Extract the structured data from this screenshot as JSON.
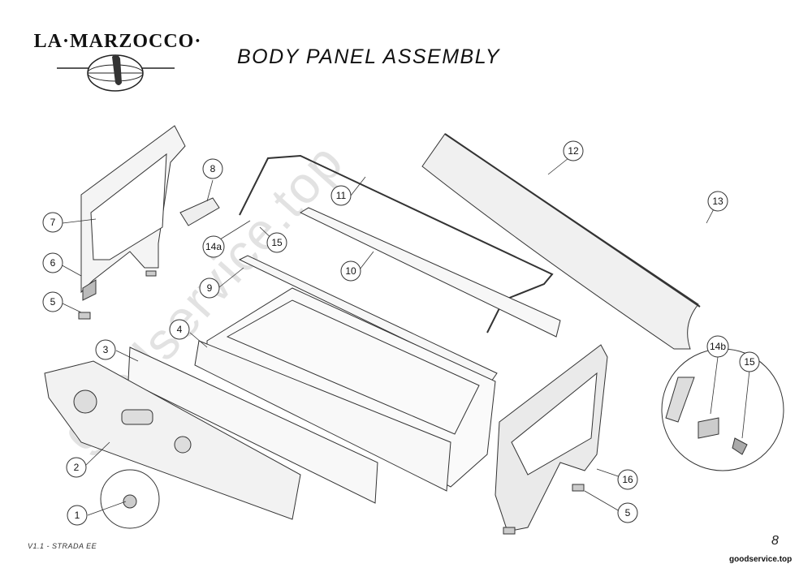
{
  "brand": {
    "name": "LA·MARZOCCO·"
  },
  "title": "BODY PANEL ASSEMBLY",
  "footer": {
    "version": "V1.1 - STRADA EE",
    "page": "8",
    "site": "goodservice.top"
  },
  "watermark": "goodservice.top",
  "callouts": [
    {
      "label": "1"
    },
    {
      "label": "2"
    },
    {
      "label": "3"
    },
    {
      "label": "4"
    },
    {
      "label": "5"
    },
    {
      "label": "5"
    },
    {
      "label": "6"
    },
    {
      "label": "7"
    },
    {
      "label": "8"
    },
    {
      "label": "9"
    },
    {
      "label": "10"
    },
    {
      "label": "11"
    },
    {
      "label": "12"
    },
    {
      "label": "13"
    },
    {
      "label": "14a"
    },
    {
      "label": "14b"
    },
    {
      "label": "15"
    },
    {
      "label": "15"
    },
    {
      "label": "16"
    }
  ],
  "colors": {
    "line": "#333333",
    "panel_dark": "#9a9a9a",
    "panel_light": "#e6e6e6"
  }
}
